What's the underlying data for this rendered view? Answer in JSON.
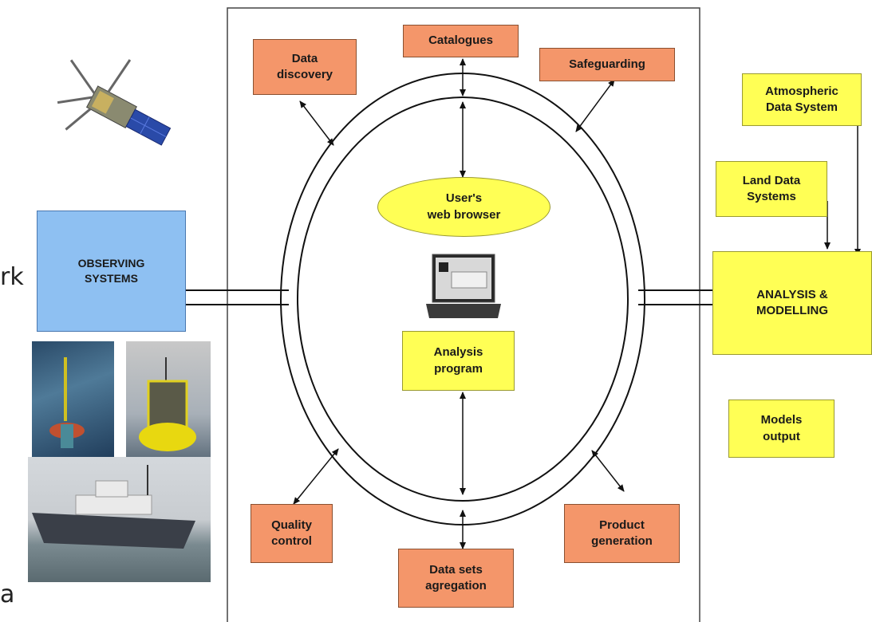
{
  "left_edge_text": {
    "fragment_top": "rk",
    "fragment_bottom": "a"
  },
  "observing": {
    "label": "OBSERVING\nSYSTEMS"
  },
  "services": {
    "catalogues": "Catalogues",
    "data_discovery": "Data\ndiscovery",
    "safeguarding": "Safeguarding",
    "quality_control": "Quality\ncontrol",
    "data_sets_agregation": "Data sets\nagregation",
    "product_generation": "Product\ngeneration"
  },
  "center": {
    "users_browser": "User's\nweb browser",
    "analysis_program": "Analysis\nprogram"
  },
  "right": {
    "atmospheric": "Atmospheric\nData System",
    "land": "Land Data\nSystems",
    "analysis_modelling": "ANALYSIS &\nMODELLING",
    "models_output": "Models\noutput"
  },
  "colors": {
    "orange": "#F4966A",
    "yellow": "#FFFF55",
    "blue": "#8EC0F2"
  },
  "icons": [
    "satellite-icon",
    "buoy-photo",
    "yellow-buoy-photo",
    "research-vessel-photo",
    "laptop-icon"
  ]
}
